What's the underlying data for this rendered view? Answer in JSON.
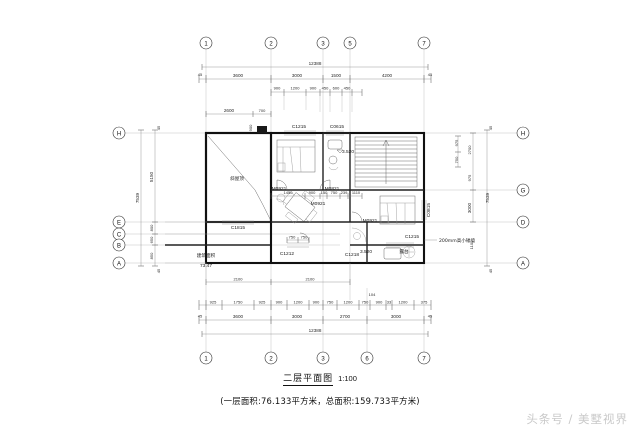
{
  "drawing": {
    "title": "二层平面图",
    "scale": "1:100",
    "area_note": "(一层面积:76.133平方米，总面积:159.733平方米)",
    "watermark": "头条号 / 美墅视界"
  },
  "grid_labels": {
    "top": [
      "1",
      "2",
      "3",
      "5",
      "7"
    ],
    "bottom": [
      "1",
      "2",
      "3",
      "6",
      "7"
    ],
    "left": [
      "H",
      "E",
      "C",
      "B",
      "A"
    ],
    "right": [
      "H",
      "G",
      "D",
      "A"
    ]
  },
  "dimensions": {
    "overall_top": "12388",
    "overall_bottom": "12388",
    "top_main": [
      "45",
      "3600",
      "3000",
      "1500",
      "4200",
      "45"
    ],
    "top_sub": [
      "900",
      "1200",
      "900",
      "450",
      "600",
      "450"
    ],
    "top_extra": [
      "2600",
      "700",
      "900"
    ],
    "bottom_main": [
      "45",
      "3600",
      "3000",
      "2700",
      "3000",
      "45"
    ],
    "bottom_sub": [
      "925",
      "1750",
      "925",
      "900",
      "1200",
      "900",
      "750",
      "1200",
      "750",
      "900",
      "1200",
      "375"
    ],
    "bottom_sub_small": [
      "104",
      "33"
    ],
    "bottom_inner": [
      "2100",
      "2100"
    ],
    "left_main": [
      "7539",
      "5150"
    ],
    "left_sub": [
      "800",
      "650",
      "850"
    ],
    "left_end": [
      "45",
      "45"
    ],
    "right_main": [
      "7539",
      "3000"
    ],
    "right_sub": [
      "975",
      "750",
      "2700",
      "975",
      "1100"
    ],
    "right_end": [
      "45",
      "45"
    ],
    "interior_run": [
      "1450",
      "900",
      "150",
      "750",
      "239",
      "1110"
    ],
    "interior_small": [
      "750",
      "750"
    ]
  },
  "labels": {
    "windows": [
      "C1215",
      "C0615",
      "C1815",
      "C1212",
      "C1218",
      "C1215",
      "C0815"
    ],
    "doors": [
      "M0921",
      "M0821",
      "M0921",
      "M0921"
    ],
    "elevations": [
      "3.520",
      "3.520"
    ],
    "rooms": [
      "斜屋顶",
      "露台"
    ],
    "notes": [
      "200mm高小矮墙",
      "建筑面积",
      "73.47"
    ]
  }
}
